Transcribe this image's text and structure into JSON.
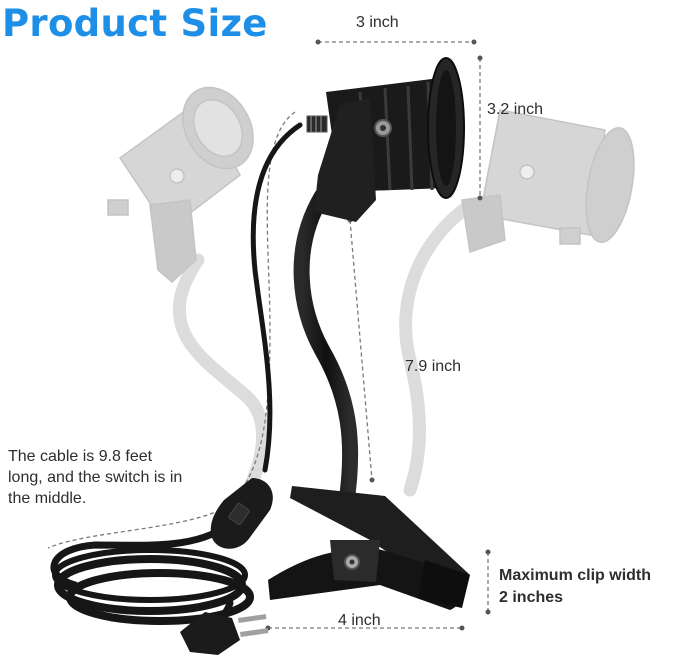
{
  "header": {
    "title": "Product Size"
  },
  "dimensions": {
    "head_width": "3 inch",
    "head_height": "3.2 inch",
    "neck_length": "7.9 inch",
    "base_length": "4 inch"
  },
  "cable_note": {
    "line1": "The cable is 9.8 feet",
    "line2": "long, and the switch is in",
    "line3": "the middle."
  },
  "clip_note": {
    "line1": "Maximum clip width",
    "line2": "2 inches"
  },
  "colors": {
    "title": "#1e8fe6",
    "lamp_black": "#1b1b1b",
    "ghost_gray": "#d3d3d3",
    "dim_line": "#7a7a7a"
  }
}
